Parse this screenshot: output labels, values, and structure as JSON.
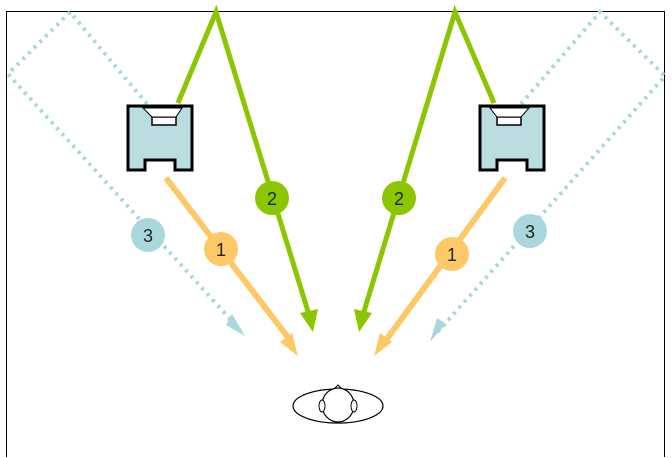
{
  "colors": {
    "direct": "#FFC866",
    "first_reflection": "#8CC600",
    "second_reflection": "#A8D8DC",
    "speaker_fill": "#B9DDE0",
    "speaker_outline": "#000000"
  },
  "paths": [
    {
      "label": "1"
    },
    {
      "label": "2"
    },
    {
      "label": "3"
    }
  ],
  "icons": {
    "speaker": "speaker-icon",
    "listener": "listener-head-icon"
  }
}
